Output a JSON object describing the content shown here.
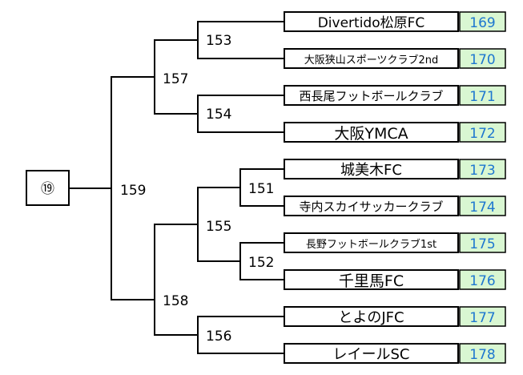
{
  "seed_label": "⑲",
  "matches": [
    "153",
    "157",
    "154",
    "159",
    "151",
    "155",
    "152",
    "158",
    "156"
  ],
  "teams": [
    {
      "name": "Divertido松原FC",
      "no": "169"
    },
    {
      "name": "大阪狭山スポーツクラブ2nd",
      "no": "170"
    },
    {
      "name": "西長尾フットボールクラブ",
      "no": "171"
    },
    {
      "name": "大阪YMCA",
      "no": "172"
    },
    {
      "name": "城美木FC",
      "no": "173"
    },
    {
      "name": "寺内スカイサッカークラブ",
      "no": "174"
    },
    {
      "name": "長野フットボールクラブ1st",
      "no": "175"
    },
    {
      "name": "千里馬FC",
      "no": "176"
    },
    {
      "name": "とよのJFC",
      "no": "177"
    },
    {
      "name": "レイールSC",
      "no": "178"
    }
  ]
}
